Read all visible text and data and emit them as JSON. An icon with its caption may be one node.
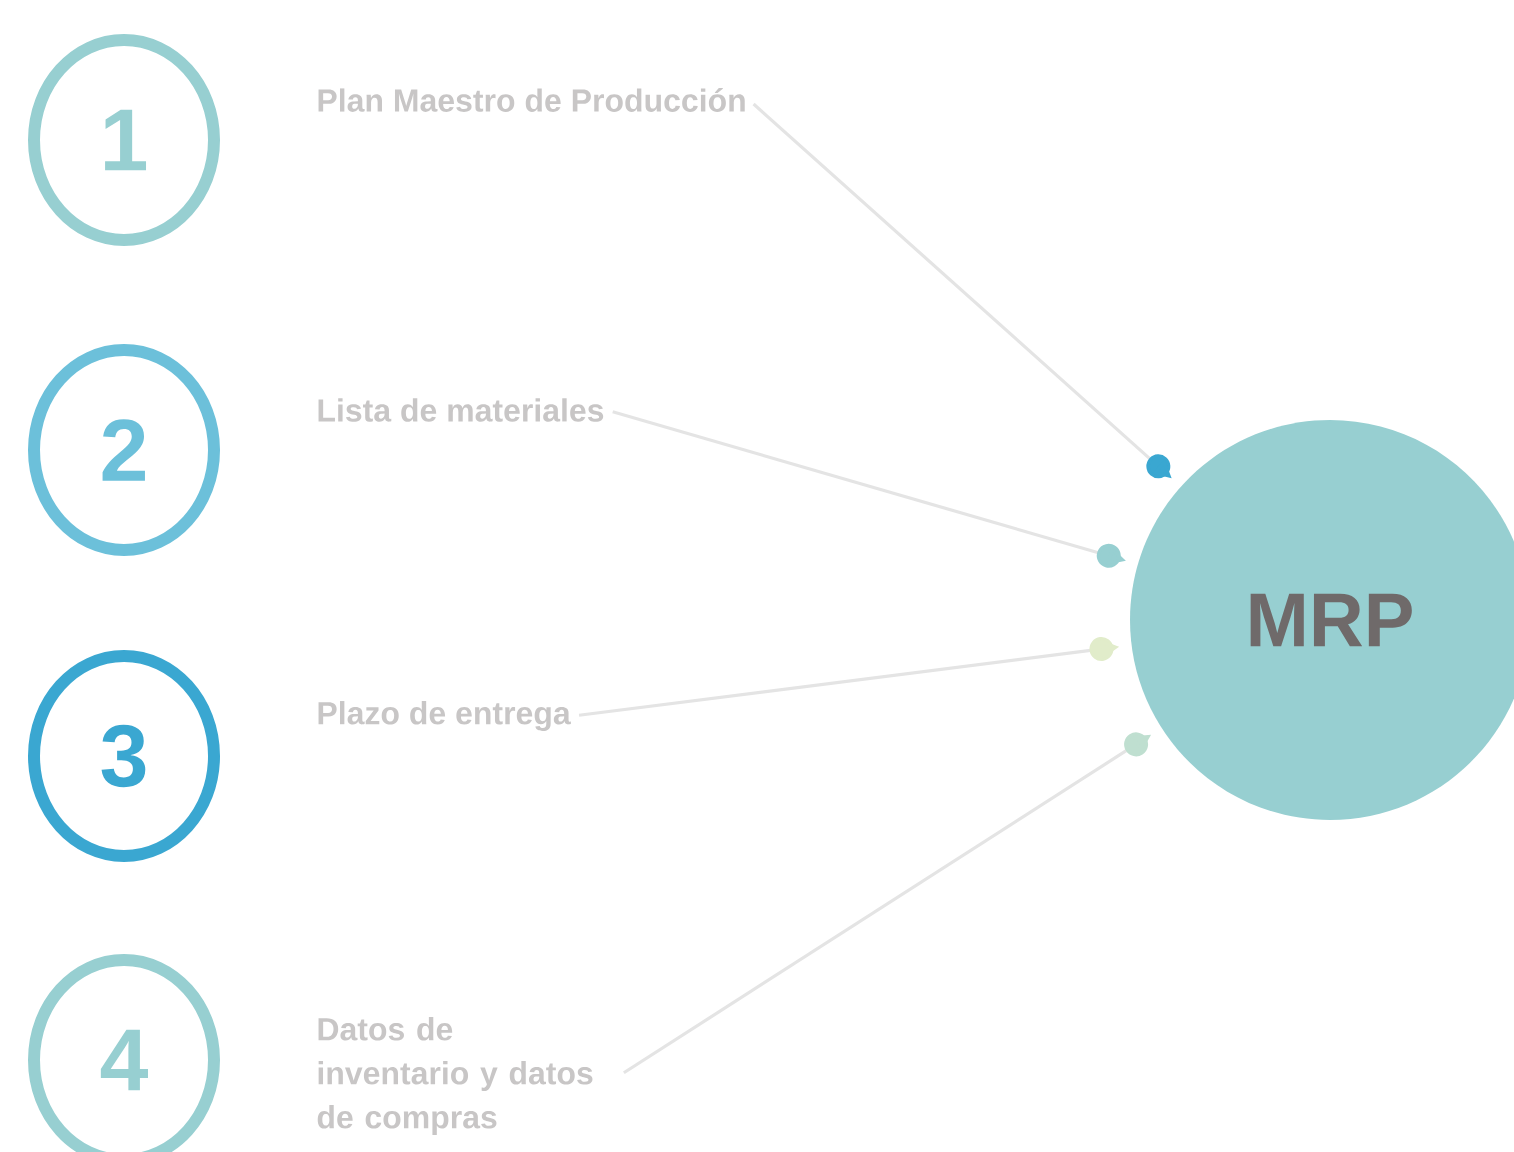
{
  "diagram": {
    "nodes": [
      {
        "text": [
          "1"
        ]
      },
      {
        "text": [
          "Plan Maestro de Producción"
        ]
      },
      {
        "text": [
          "2"
        ]
      },
      {
        "text": [
          "Lista de materiales"
        ]
      },
      {
        "text": [
          "3"
        ]
      },
      {
        "text": [
          "Plazo de entrega"
        ]
      },
      {
        "text": [
          "4"
        ]
      },
      {
        "text": [
          "Datos de inventario y datos de compras"
        ]
      },
      {
        "text": [
          "MRP"
        ]
      }
    ],
    "edges": [
      {
        "from": 1,
        "to": 8,
        "arrow": "to"
      },
      {
        "from": 3,
        "to": 8,
        "arrow": "to"
      },
      {
        "from": 5,
        "to": 8,
        "arrow": "to"
      },
      {
        "from": 7,
        "to": 8,
        "arrow": "to"
      }
    ]
  }
}
